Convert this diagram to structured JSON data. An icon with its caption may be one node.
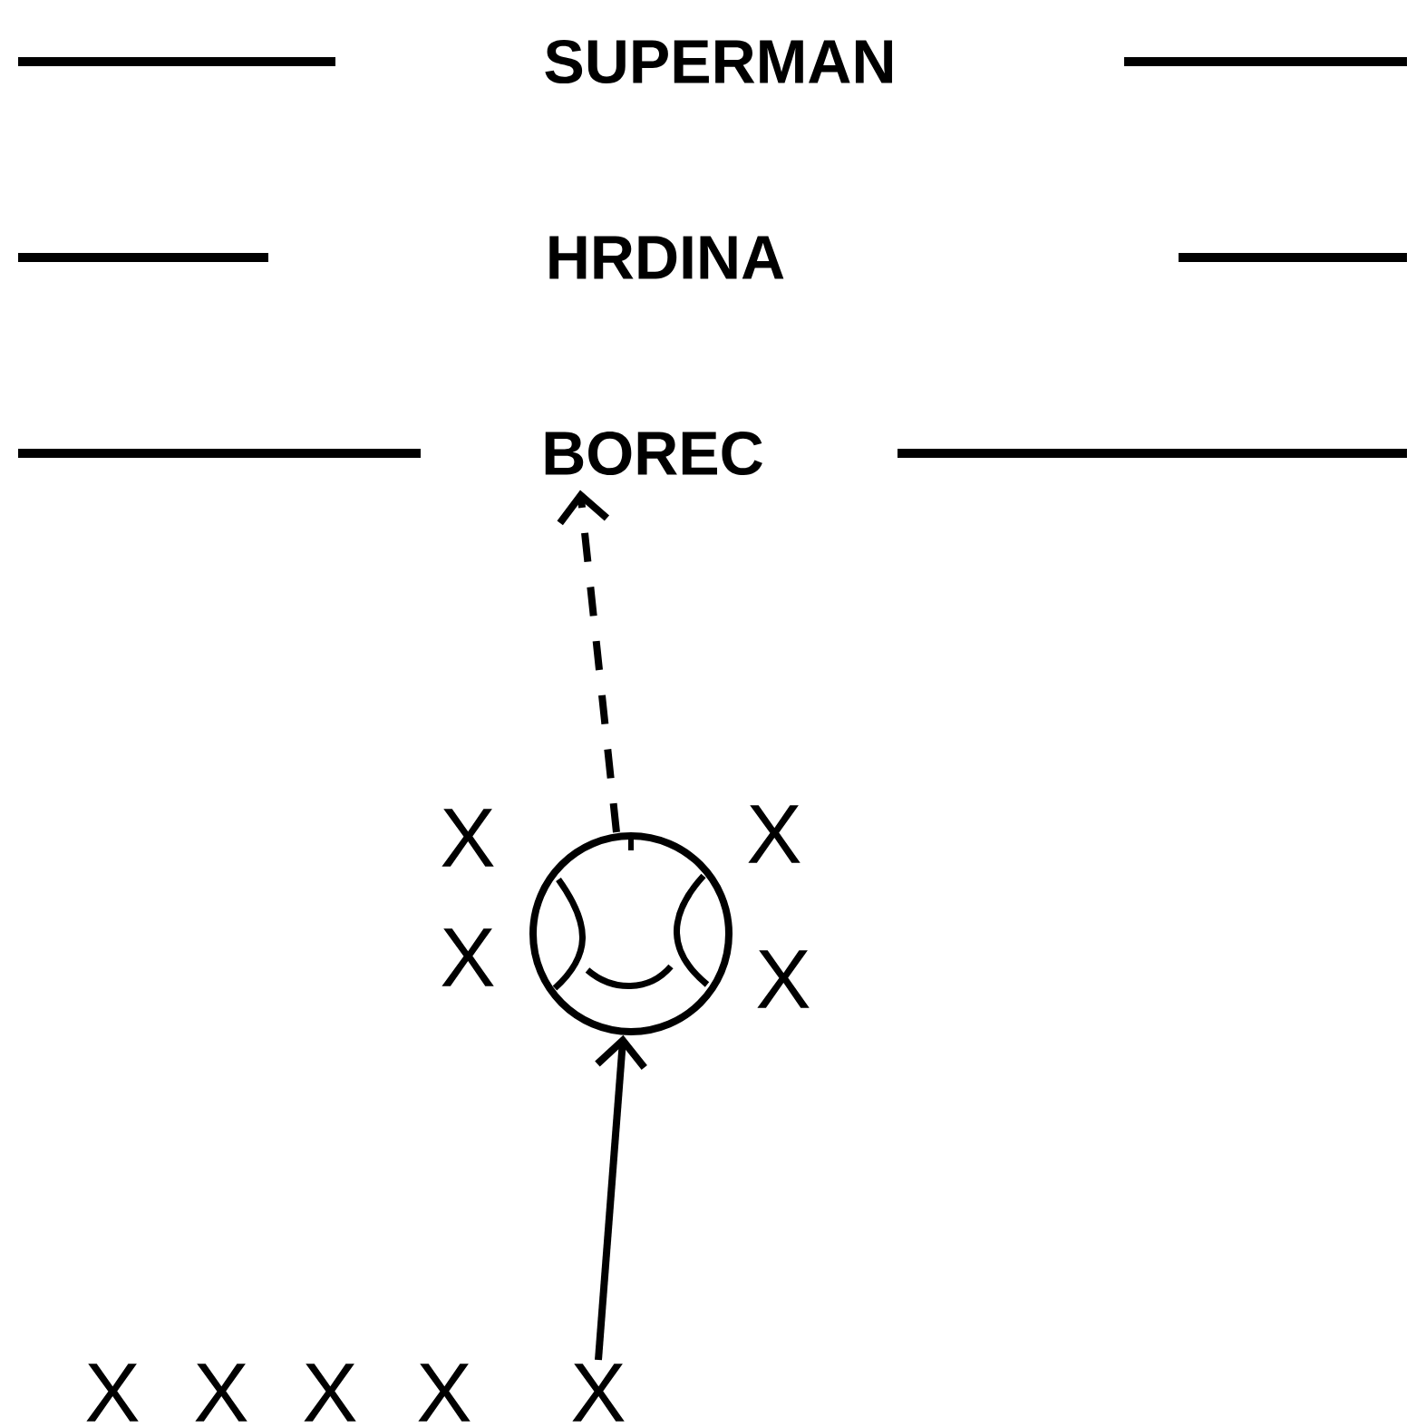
{
  "diagram": {
    "nodes": [
      {
        "text": [
          "SUPERMAN"
        ]
      },
      {
        "text": [
          "HRDINA"
        ]
      },
      {
        "text": [
          "BOREC"
        ]
      },
      {
        "text": [],
        "shape": "circle"
      },
      {
        "text": [
          "X"
        ]
      }
    ],
    "edges": [
      {
        "from": 4,
        "to": 3,
        "arrow": "to"
      },
      {
        "from": 3,
        "to": 2,
        "arrow": "to",
        "style": "dashed"
      }
    ],
    "labels": [
      "X",
      "X",
      "X",
      "X",
      "X",
      "X",
      "X",
      "X"
    ]
  }
}
